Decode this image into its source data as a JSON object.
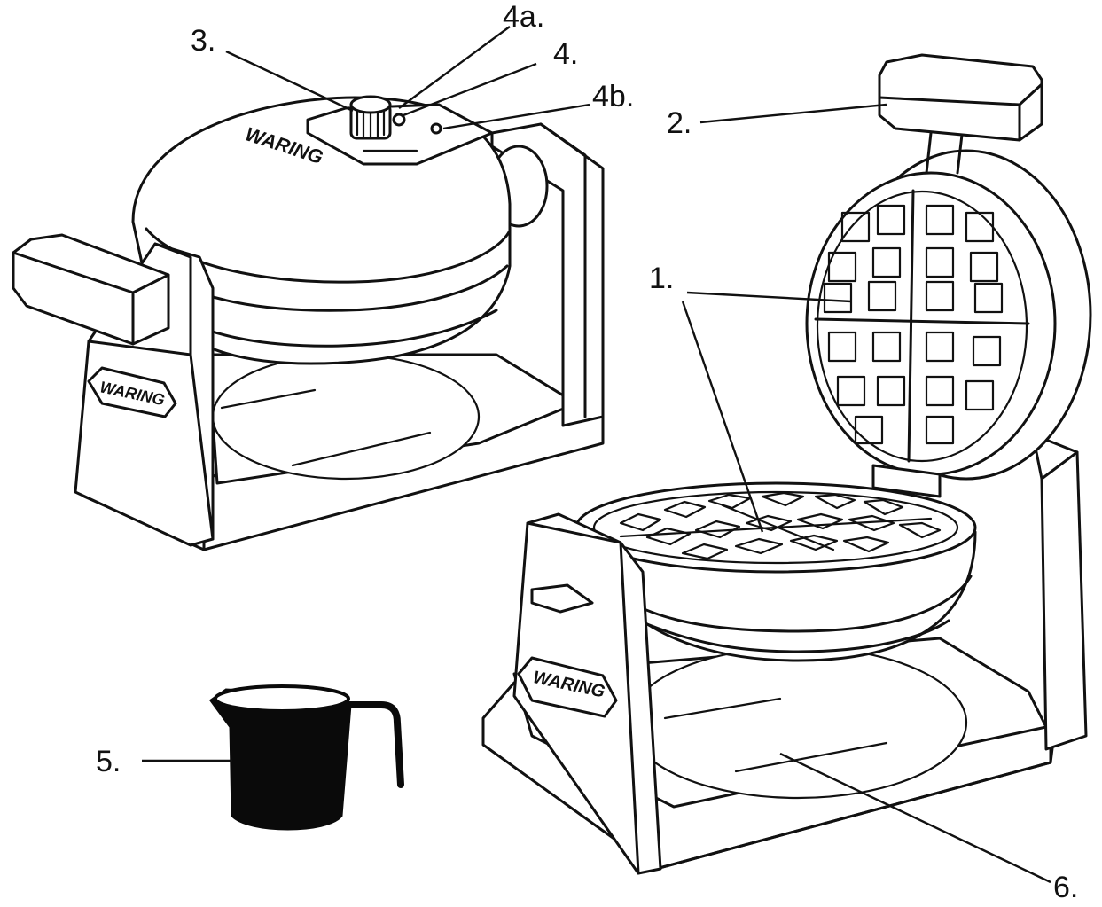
{
  "labels": {
    "plates": "1.",
    "handle": "2.",
    "knob": "3.",
    "control": "4.",
    "control_a": "4a.",
    "control_b": "4b.",
    "cup": "5.",
    "drip_tray": "6."
  },
  "brand": "WARING",
  "colors": {
    "line": "#111111",
    "background": "#ffffff",
    "cup": "#0a0a0a"
  },
  "icons": {
    "closed_waffle_maker": "waffle-maker-closed-illustration",
    "open_waffle_maker": "waffle-maker-open-illustration",
    "measuring_cup": "measuring-cup-illustration"
  }
}
